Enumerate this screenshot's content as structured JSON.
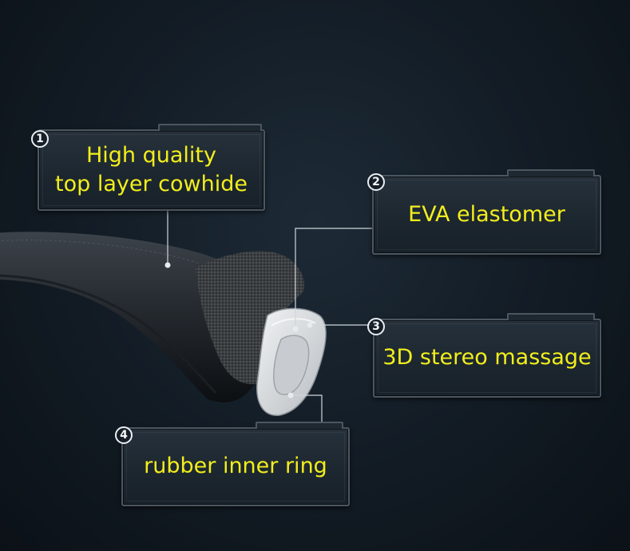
{
  "callouts": [
    {
      "number": "1",
      "line1": "High quality",
      "line2": "top layer cowhide"
    },
    {
      "number": "2",
      "line1": "EVA elastomer"
    },
    {
      "number": "3",
      "line1": "3D stereo massage"
    },
    {
      "number": "4",
      "line1": "rubber inner ring"
    }
  ],
  "colors": {
    "label_text": "#f2ee1c",
    "background": "#121b24",
    "leather": "#2a2f35",
    "velcro": "#3a3d40",
    "foam": "#d9dcdf",
    "leader_line": "#d0d6db"
  }
}
